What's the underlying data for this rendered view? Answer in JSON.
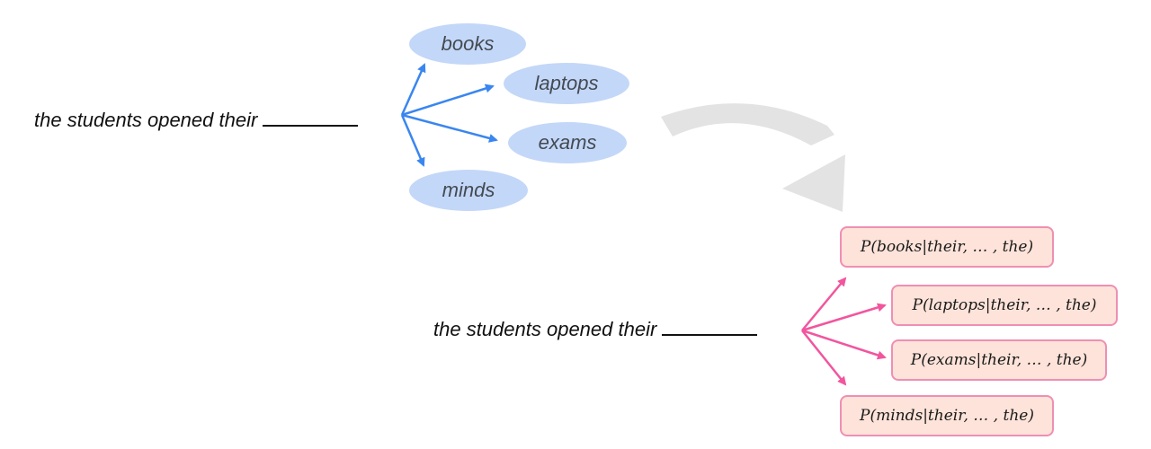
{
  "top": {
    "sentence": "the students opened their",
    "candidates": [
      "books",
      "laptops",
      "exams",
      "minds"
    ]
  },
  "bottom": {
    "sentence": "the students opened their",
    "probabilities": [
      "P(books|their, … , the)",
      "P(laptops|their, … , the)",
      "P(exams|their, … , the)",
      "P(minds|their, … , the)"
    ]
  },
  "colors": {
    "ellipse_fill": "#c3d7f8",
    "blue_arrow": "#3a86f0",
    "pink_arrow": "#f2559e",
    "box_fill": "#fde3d9",
    "box_border": "#ef8fb3",
    "curve_arrow": "#e3e3e3"
  }
}
